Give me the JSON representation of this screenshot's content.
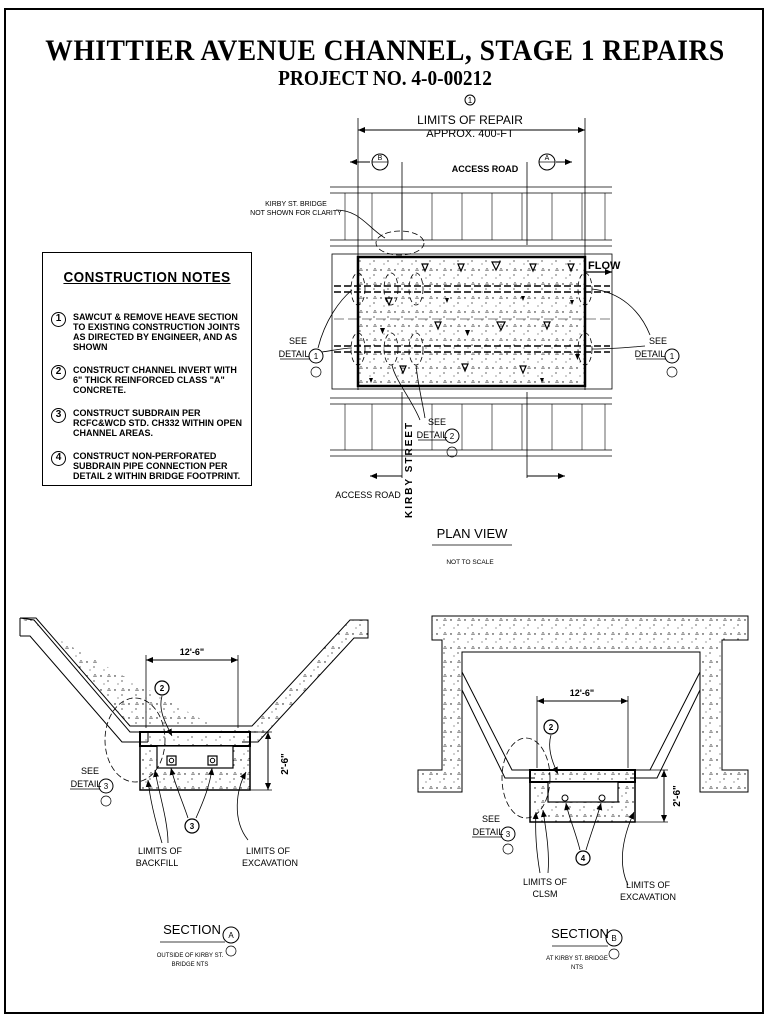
{
  "title": "WHITTIER  AVENUE  CHANNEL, STAGE 1 REPAIRS",
  "subtitle": "PROJECT  NO. 4-0-00212",
  "notes": {
    "heading": "CONSTRUCTION NOTES",
    "items": [
      {
        "num": "1",
        "text": "SAWCUT & REMOVE HEAVE SECTION TO EXISTING CONSTRUCTION JOINTS AS DIRECTED BY ENGINEER, AND AS SHOWN"
      },
      {
        "num": "2",
        "text": "CONSTRUCT CHANNEL INVERT WITH 6\" THICK REINFORCED CLASS \"A\" CONCRETE."
      },
      {
        "num": "3",
        "text": "CONSTRUCT SUBDRAIN PER RCFC&WCD STD. CH332 WITHIN OPEN CHANNEL AREAS."
      },
      {
        "num": "4",
        "text": "CONSTRUCT NON-PERFORATED SUBDRAIN PIPE CONNECTION PER DETAIL 2 WITHIN BRIDGE FOOTPRINT."
      }
    ]
  },
  "plan": {
    "marker": "1",
    "limits_line1": "LIMITS OF REPAIR",
    "limits_line2": "APPROX. 400-FT",
    "section_b": "B",
    "section_a": "A",
    "access_road_top": "ACCESS ROAD",
    "access_road_bottom": "ACCESS ROAD",
    "bridge_note_1": "KIRBY ST. BRIDGE",
    "bridge_note_2": "NOT SHOWN FOR CLARITY",
    "flow": "FLOW",
    "see": "SEE",
    "detail": "DETAIL",
    "detail_1": "1",
    "detail_2": "2",
    "street": "KIRBY  STREET",
    "view_title": "PLAN VIEW",
    "view_scale": "NOT TO SCALE"
  },
  "section_a": {
    "width_dim": "12'-6\"",
    "depth_dim": "2'-6\"",
    "note_2": "2",
    "note_3": "3",
    "see": "SEE",
    "detail": "DETAIL",
    "detail_num": "3",
    "limits_backfill_1": "LIMITS OF",
    "limits_backfill_2": "BACKFILL",
    "limits_exc_1": "LIMITS OF",
    "limits_exc_2": "EXCAVATION",
    "title": "SECTION",
    "letter": "A",
    "caption_1": "OUTSIDE OF KIRBY ST.",
    "caption_2": "BRIDGE NTS"
  },
  "section_b": {
    "width_dim": "12'-6\"",
    "depth_dim": "2'-6\"",
    "note_2": "2",
    "note_4": "4",
    "see": "SEE",
    "detail": "DETAIL",
    "detail_num": "3",
    "limits_clsm_1": "LIMITS OF",
    "limits_clsm_2": "CLSM",
    "limits_exc_1": "LIMITS OF",
    "limits_exc_2": "EXCAVATION",
    "title": "SECTION",
    "letter": "B",
    "caption_1": "AT KIRBY ST. BRIDGE",
    "caption_2": "NTS"
  }
}
